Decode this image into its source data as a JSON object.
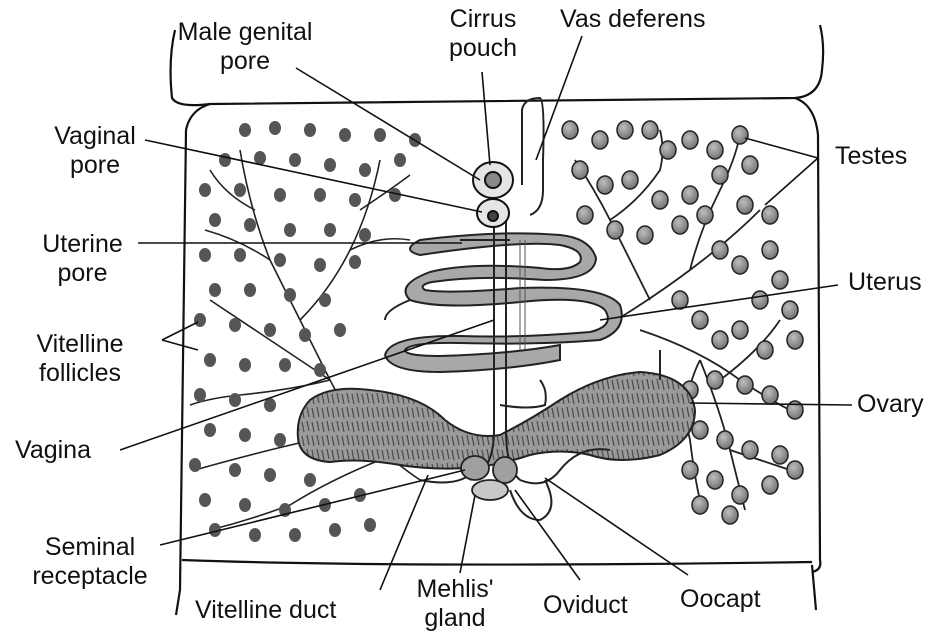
{
  "labels": {
    "male_genital_pore": [
      "Male genital",
      "pore"
    ],
    "cirrus_pouch": [
      "Cirrus",
      "pouch"
    ],
    "vas_deferens": [
      "Vas deferens"
    ],
    "vaginal_pore": [
      "Vaginal",
      "pore"
    ],
    "testes": [
      "Testes"
    ],
    "uterine_pore": [
      "Uterine",
      "pore"
    ],
    "uterus": [
      "Uterus"
    ],
    "vitelline_follicles": [
      "Vitelline",
      "follicles"
    ],
    "ovary": [
      "Ovary"
    ],
    "vagina": [
      "Vagina"
    ],
    "seminal_receptacle": [
      "Seminal",
      "receptacle"
    ],
    "vitelline_duct": [
      "Vitelline duct"
    ],
    "mehlis_gland": [
      "Mehlis'",
      "gland"
    ],
    "oviduct": [
      "Oviduct"
    ],
    "oocapt": [
      "Oocapt"
    ]
  },
  "colors": {
    "ink": "#111111",
    "organ_fill": "#a8a8a8",
    "organ_dark": "#7a7a7a",
    "follicle": "#555555"
  }
}
